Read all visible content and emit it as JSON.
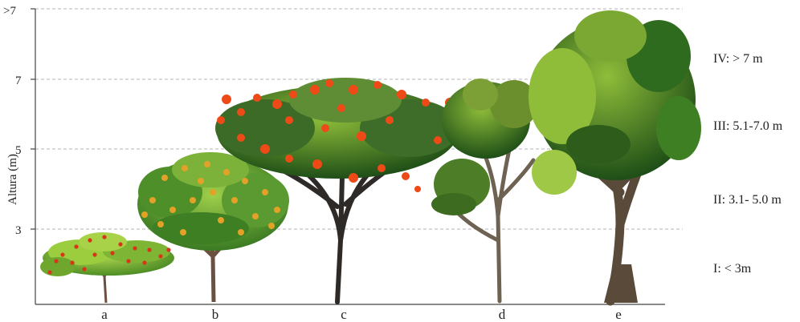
{
  "y_axis": {
    "label": "Altura (m)",
    "ticks": [
      "3",
      "5",
      "7",
      ">7"
    ]
  },
  "trees": [
    {
      "label": "a",
      "class": "I",
      "icon": "small-shrub-tree-icon"
    },
    {
      "label": "b",
      "class": "II",
      "icon": "citrus-tree-icon"
    },
    {
      "label": "c",
      "class": "III",
      "icon": "flamboyant-tree-icon"
    },
    {
      "label": "d",
      "class": "III",
      "icon": "slender-tree-icon"
    },
    {
      "label": "e",
      "class": "IV",
      "icon": "large-canopy-tree-icon"
    }
  ],
  "classes": [
    {
      "id": "IV",
      "text": "IV: > 7 m"
    },
    {
      "id": "III",
      "text": "III: 5.1-7.0 m"
    },
    {
      "id": "II",
      "text": "II: 3.1- 5.0 m"
    },
    {
      "id": "I",
      "text": "I: < 3m"
    }
  ],
  "colors": {
    "gridline": "#b5b5b5",
    "axis": "#444444",
    "foliage_dark": "#2f6b1f",
    "foliage_light": "#8fc23a",
    "flower_red": "#e8461a",
    "fruit": "#e3a227",
    "trunk": "#5a4a3a"
  }
}
